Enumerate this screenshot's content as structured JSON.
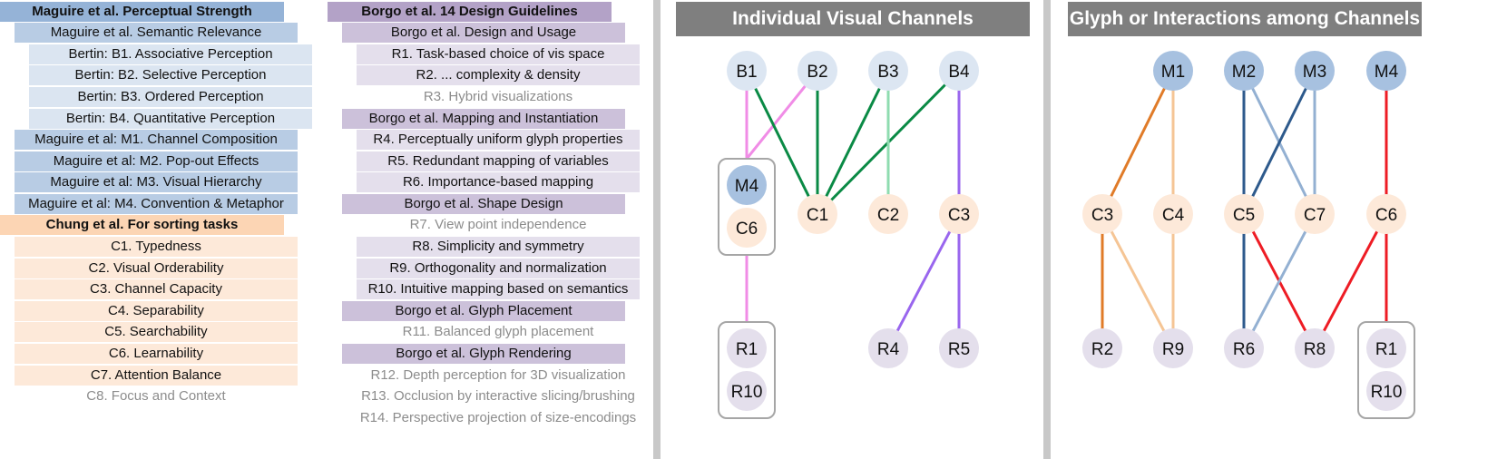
{
  "maguire_list": [
    "Maguire et al. Perceptual Strength",
    "Maguire et al. Semantic Relevance",
    "Bertin: B1. Associative Perception",
    "Bertin: B2. Selective Perception",
    "Bertin: B3. Ordered Perception",
    "Bertin: B4. Quantitative Perception",
    "Maguire et al: M1. Channel Composition",
    "Maguire et al: M2. Pop-out Effects",
    "Maguire et al: M3. Visual Hierarchy",
    "Maguire et al: M4. Convention & Metaphor"
  ],
  "chung_list": [
    "Chung et al. For sorting tasks",
    "C1. Typedness",
    "C2. Visual Orderability",
    "C3. Channel Capacity",
    "C4. Separability",
    "C5. Searchability",
    "C6. Learnability",
    "C7. Attention Balance",
    "C8. Focus and Context"
  ],
  "borgo_list": [
    "Borgo et al. 14 Design Guidelines",
    "Borgo et al. Design and Usage",
    "R1. Task-based choice of vis space",
    "R2. ... complexity & density",
    "R3. Hybrid visualizations",
    "Borgo et al. Mapping and Instantiation",
    "R4. Perceptually uniform glyph properties",
    "R5. Redundant mapping of variables",
    "R6. Importance-based mapping",
    "Borgo et al. Shape Design",
    "R7. View point independence",
    "R8. Simplicity and symmetry",
    "R9. Orthogonality and normalization",
    "R10. Intuitive mapping based on semantics",
    "Borgo et al. Glyph Placement",
    "R11. Balanced glyph placement",
    "Borgo et al. Glyph Rendering",
    "R12. Depth perception for 3D visualization",
    "R13. Occlusion by interactive slicing/brushing",
    "R14. Perspective projection of size-encodings"
  ],
  "panel_left": {
    "title": "Individual Visual Channels",
    "nodes": [
      {
        "id": "B1",
        "label": "B1",
        "group": "blue-light"
      },
      {
        "id": "B2",
        "label": "B2",
        "group": "blue-light"
      },
      {
        "id": "B3",
        "label": "B3",
        "group": "blue-light"
      },
      {
        "id": "B4",
        "label": "B4",
        "group": "blue-light"
      },
      {
        "id": "M4",
        "label": "M4",
        "group": "blue"
      },
      {
        "id": "C6",
        "label": "C6",
        "group": "orange"
      },
      {
        "id": "C1",
        "label": "C1",
        "group": "orange"
      },
      {
        "id": "C2",
        "label": "C2",
        "group": "orange"
      },
      {
        "id": "C3",
        "label": "C3",
        "group": "orange"
      },
      {
        "id": "R1",
        "label": "R1",
        "group": "purple"
      },
      {
        "id": "R10",
        "label": "R10",
        "group": "purple"
      },
      {
        "id": "R4",
        "label": "R4",
        "group": "purple"
      },
      {
        "id": "R5",
        "label": "R5",
        "group": "purple"
      }
    ],
    "edges": [
      {
        "from": "B1",
        "to": "M4C6",
        "color": "#f08ce6"
      },
      {
        "from": "B2",
        "to": "M4C6",
        "color": "#f08ce6"
      },
      {
        "from": "M4C6",
        "to": "R1R10",
        "color": "#f08ce6"
      },
      {
        "from": "B1",
        "to": "C1",
        "color": "#0a8a45"
      },
      {
        "from": "B2",
        "to": "C1",
        "color": "#0a8a45"
      },
      {
        "from": "B3",
        "to": "C1",
        "color": "#0a8a45"
      },
      {
        "from": "B4",
        "to": "C1",
        "color": "#0a8a45"
      },
      {
        "from": "B3",
        "to": "C2",
        "color": "#8fdcb0"
      },
      {
        "from": "B4",
        "to": "C3",
        "color": "#9966ee"
      },
      {
        "from": "C3",
        "to": "R4",
        "color": "#9966ee"
      },
      {
        "from": "C3",
        "to": "R5",
        "color": "#9966ee"
      }
    ]
  },
  "panel_right": {
    "title": "Glyph or Interactions among Channels",
    "nodes": [
      {
        "id": "M1",
        "label": "M1",
        "group": "blue"
      },
      {
        "id": "M2",
        "label": "M2",
        "group": "blue"
      },
      {
        "id": "M3",
        "label": "M3",
        "group": "blue"
      },
      {
        "id": "M4",
        "label": "M4",
        "group": "blue"
      },
      {
        "id": "C3",
        "label": "C3",
        "group": "orange"
      },
      {
        "id": "C4",
        "label": "C4",
        "group": "orange"
      },
      {
        "id": "C5",
        "label": "C5",
        "group": "orange"
      },
      {
        "id": "C7",
        "label": "C7",
        "group": "orange"
      },
      {
        "id": "C6",
        "label": "C6",
        "group": "orange"
      },
      {
        "id": "R2",
        "label": "R2",
        "group": "purple"
      },
      {
        "id": "R9",
        "label": "R9",
        "group": "purple"
      },
      {
        "id": "R6",
        "label": "R6",
        "group": "purple"
      },
      {
        "id": "R8",
        "label": "R8",
        "group": "purple"
      },
      {
        "id": "R1",
        "label": "R1",
        "group": "purple"
      },
      {
        "id": "R10",
        "label": "R10",
        "group": "purple"
      }
    ],
    "edges": [
      {
        "from": "M1",
        "to": "C3",
        "color": "#e07b28"
      },
      {
        "from": "M1",
        "to": "C4",
        "color": "#f5c595"
      },
      {
        "from": "C3",
        "to": "R2",
        "color": "#e07b28"
      },
      {
        "from": "C3",
        "to": "R9",
        "color": "#f5c595"
      },
      {
        "from": "C4",
        "to": "R9",
        "color": "#f5c595"
      },
      {
        "from": "M2",
        "to": "C5",
        "color": "#2e5a8c"
      },
      {
        "from": "M2",
        "to": "C7",
        "color": "#93b0d2"
      },
      {
        "from": "M3",
        "to": "C5",
        "color": "#2e5a8c"
      },
      {
        "from": "M3",
        "to": "C7",
        "color": "#93b0d2"
      },
      {
        "from": "C5",
        "to": "R6",
        "color": "#2e5a8c"
      },
      {
        "from": "C5",
        "to": "R8",
        "color": "#ee1c24"
      },
      {
        "from": "C7",
        "to": "R6",
        "color": "#93b0d2"
      },
      {
        "from": "M4",
        "to": "C6",
        "color": "#ee1c24"
      },
      {
        "from": "C6",
        "to": "R8",
        "color": "#ee1c24"
      },
      {
        "from": "C6",
        "to": "R1R10",
        "color": "#ee1c24"
      }
    ]
  },
  "node_colors": {
    "blue": "#a7c1e0",
    "blue-light": "#dce6f2",
    "orange": "#fde9d9",
    "purple": "#e4dfec"
  }
}
